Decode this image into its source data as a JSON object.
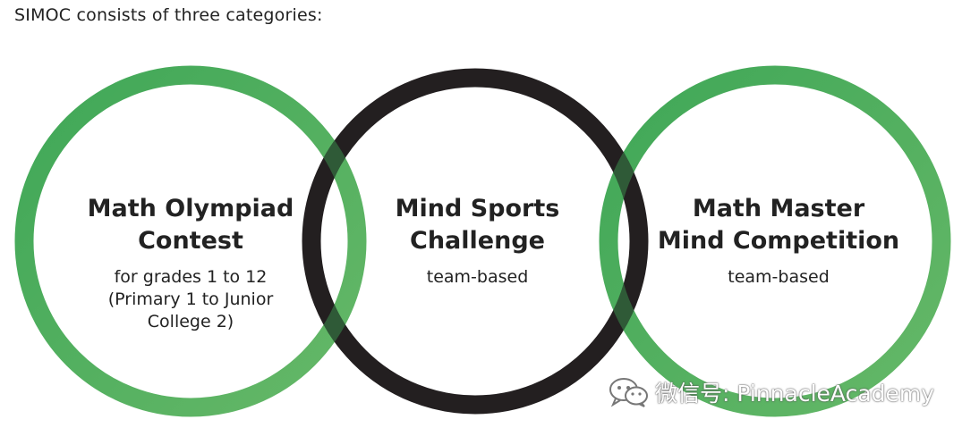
{
  "intro_text": "SIMOC consists of three categories:",
  "colors": {
    "green": "#4caf5e",
    "black": "#231f20"
  },
  "categories": [
    {
      "title_line1": "Math Olympiad",
      "title_line2": "Contest",
      "detail_lines": [
        "for grades 1 to 12",
        "(Primary 1 to Junior",
        "College 2)"
      ],
      "ring_color": "green"
    },
    {
      "title_line1": "Mind Sports",
      "title_line2": "Challenge",
      "detail_lines": [
        "team-based"
      ],
      "ring_color": "black"
    },
    {
      "title_line1": "Math Master",
      "title_line2": "Mind Competition",
      "detail_lines": [
        "team-based"
      ],
      "ring_color": "green"
    }
  ],
  "watermark": {
    "icon": "wechat-icon",
    "text": "微信号: PinnacleAcademy"
  }
}
